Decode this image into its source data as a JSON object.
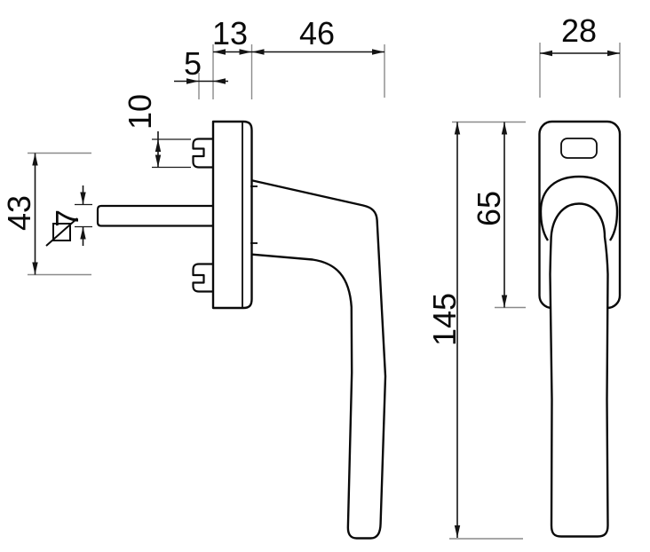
{
  "drawing": {
    "type": "technical-dimension-drawing",
    "subject": "window handle, side view and front view",
    "unit": "mm"
  },
  "dimensions": {
    "rose_depth": {
      "label": "13"
    },
    "handle_projection": {
      "label": "46"
    },
    "clip_protrusion": {
      "label": "5"
    },
    "clip_height": {
      "label": "10"
    },
    "fixing_centres": {
      "label": "43"
    },
    "spindle_square": {
      "label": "7",
      "symbol": "square-with-diagonal-slash"
    },
    "overall_length": {
      "label": "145"
    },
    "rose_length": {
      "label": "65"
    },
    "rose_width": {
      "label": "28"
    }
  },
  "colors": {
    "background": "#ffffff",
    "outline": "#0a0a0a",
    "dimension_lines": "#141414",
    "extension_lines": "#8a8a8a"
  }
}
